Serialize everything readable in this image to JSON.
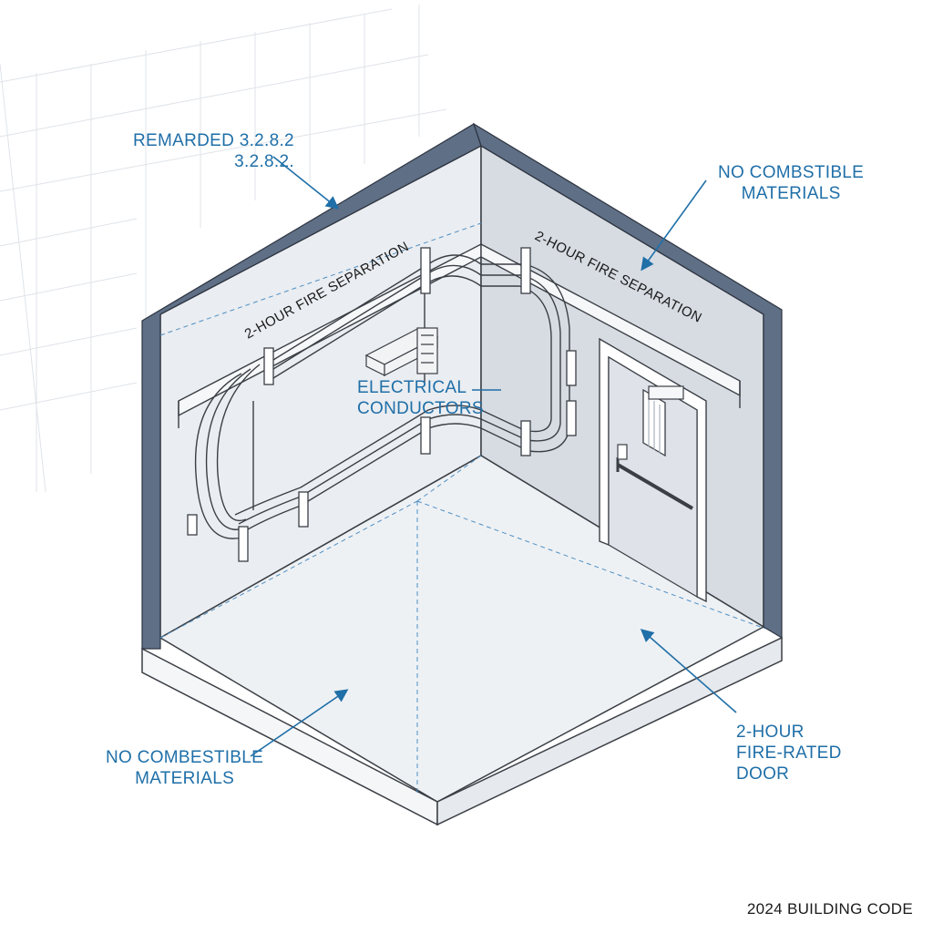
{
  "colors": {
    "accent": "#1f6fa8",
    "line": "#3a3f45",
    "wall_left": "#eaedf1",
    "wall_right": "#d7dce3",
    "floor": "#eef1f4",
    "wall_edge": "#5f6f86"
  },
  "labels": {
    "remarded_line1": "REMARDED 3.2.8.2",
    "remarded_line2": "3.2.8.2.",
    "no_comb_top_line1": "NO COMBSTIBLE",
    "no_comb_top_line2": "MATERIALS",
    "fire_sep_left": "2-HOUR FIRE SEPARATION",
    "fire_sep_right": "2-HOUR FIRE SEPARATION",
    "electrical_line1": "ELECTRICAL",
    "electrical_line2": "CONDUCTORS",
    "no_comb_bottom_line1": "NO COMBESTIBLE",
    "no_comb_bottom_line2": "MATERIALS",
    "door_line1": "2-HOUR",
    "door_line2": "FIRE-RATED",
    "door_line3": "DOOR"
  },
  "footer": "2024 BUILDING CODE"
}
